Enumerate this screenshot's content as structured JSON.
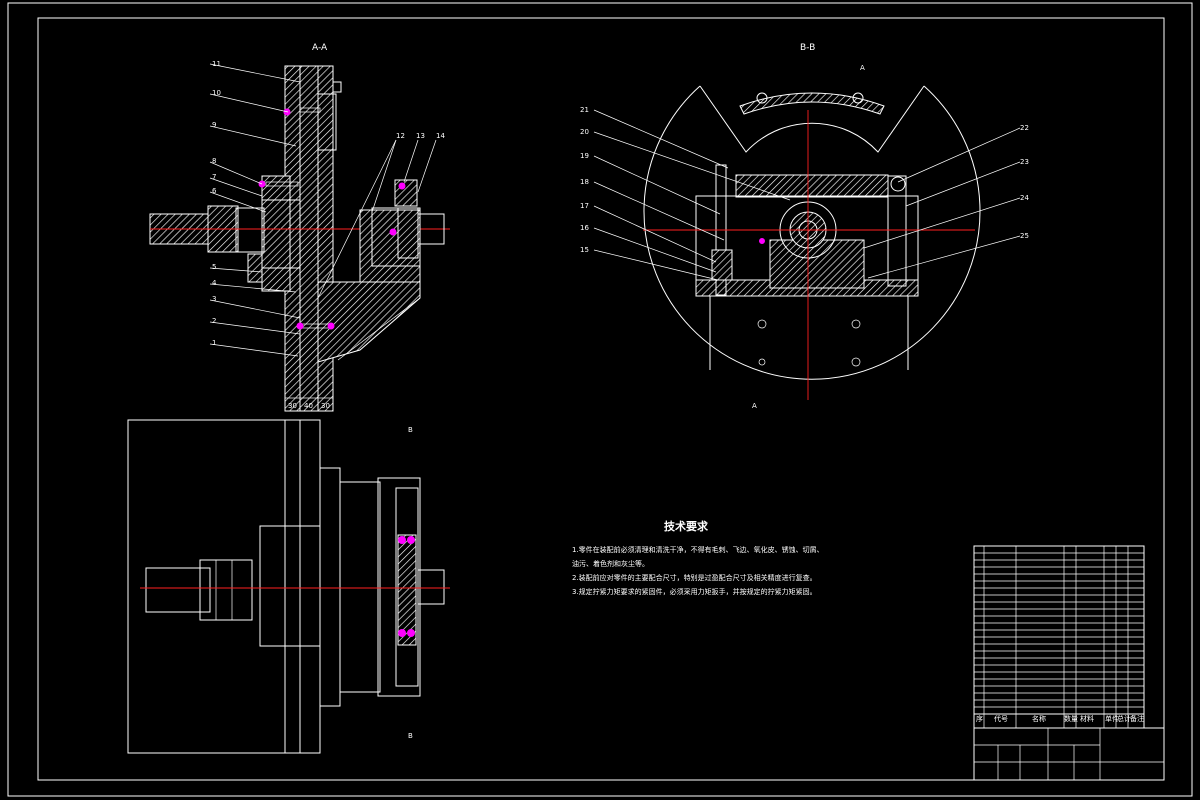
{
  "views": {
    "section_aa": "A-A",
    "section_bb": "B-B",
    "cut_marker_a": "A",
    "cut_marker_b": "B"
  },
  "balloons_left": [
    "11",
    "10",
    "9",
    "8",
    "7",
    "6",
    "5",
    "4",
    "3",
    "2",
    "1"
  ],
  "balloons_top": [
    "12",
    "13",
    "14"
  ],
  "balloons_bb_left": [
    "21",
    "20",
    "19",
    "18",
    "17",
    "16",
    "15"
  ],
  "balloons_bb_right": [
    "22",
    "23",
    "24",
    "25"
  ],
  "dims_bottom": [
    "30",
    "40",
    "30"
  ],
  "tech_req": {
    "title": "技术要求",
    "lines": [
      "1.零件在装配前必须清理和清洗干净，不得有毛刺、飞边、氧化皮、锈蚀、切屑、",
      "油污、着色剂和灰尘等。",
      "2.装配前应对零件的主要配合尺寸，特别是过盈配合尺寸及相关精度进行复查。",
      "3.规定拧紧力矩要求的紧固件，必须采用力矩扳手，并按规定的拧紧力矩紧固。"
    ]
  },
  "title_block": {
    "header": [
      "序",
      "代号",
      "名称",
      "数量",
      "材料",
      "单件",
      "总计",
      "备注"
    ]
  },
  "colors": {
    "background": "#000000",
    "line": "#ffffff",
    "centerline": "#ff2020",
    "highlight": "#ff00ff"
  }
}
